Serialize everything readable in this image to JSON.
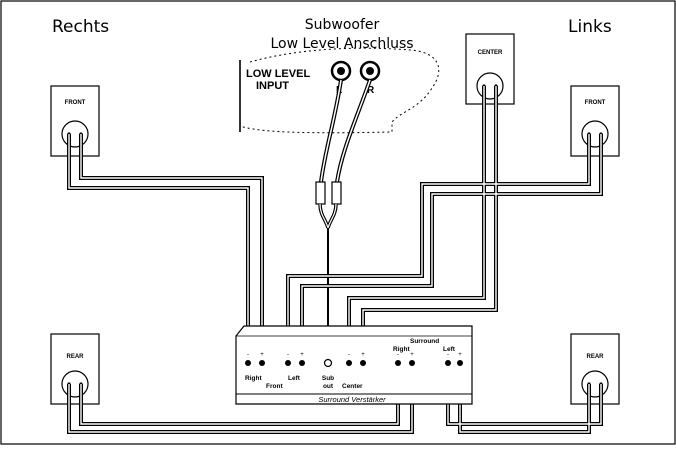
{
  "header": {
    "right_side": "Rechts",
    "left_side": "Links",
    "sub_title": "Subwoofer",
    "sub_subtitle": "Low Level Anschluss"
  },
  "speakers": {
    "front_right": "FRONT",
    "front_left": "FRONT",
    "center": "CENTER",
    "rear_right": "REAR",
    "rear_left": "REAR"
  },
  "sub_input": {
    "label_line1": "LOW LEVEL",
    "label_line2": "INPUT",
    "left": "L",
    "right": "R"
  },
  "amp": {
    "name": "Surround Verstärker",
    "right": "Right",
    "front": "Front",
    "left": "Left",
    "sub": "Sub",
    "out": "out",
    "center": "Center",
    "surround": "Surround",
    "s_right": "Right",
    "s_left": "Left"
  },
  "terminals": {
    "minus": "-",
    "plus": "+"
  }
}
